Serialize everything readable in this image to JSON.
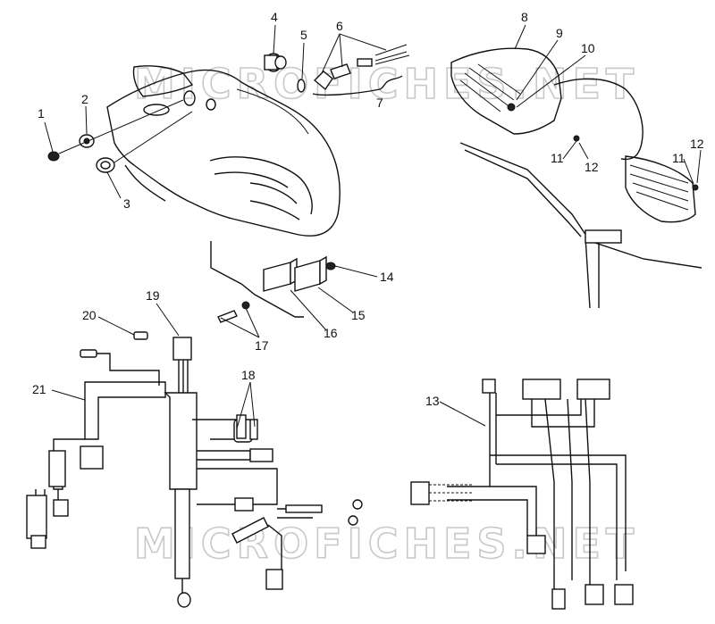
{
  "watermark": {
    "text": "MICROFICHES.NET"
  },
  "callouts": [
    {
      "id": "c1",
      "text": "1"
    },
    {
      "id": "c2",
      "text": "2"
    },
    {
      "id": "c3",
      "text": "3"
    },
    {
      "id": "c4",
      "text": "4"
    },
    {
      "id": "c5",
      "text": "5"
    },
    {
      "id": "c6",
      "text": "6"
    },
    {
      "id": "c7",
      "text": "7"
    },
    {
      "id": "c8",
      "text": "8"
    },
    {
      "id": "c9",
      "text": "9"
    },
    {
      "id": "c10",
      "text": "10"
    },
    {
      "id": "c11a",
      "text": "11"
    },
    {
      "id": "c12a",
      "text": "12"
    },
    {
      "id": "c11b",
      "text": "11"
    },
    {
      "id": "c12b",
      "text": "12"
    },
    {
      "id": "c13",
      "text": "13"
    },
    {
      "id": "c14",
      "text": "14"
    },
    {
      "id": "c15",
      "text": "15"
    },
    {
      "id": "c16",
      "text": "16"
    },
    {
      "id": "c17",
      "text": "17"
    },
    {
      "id": "c18",
      "text": "18"
    },
    {
      "id": "c19",
      "text": "19"
    },
    {
      "id": "c20",
      "text": "20"
    },
    {
      "id": "c21",
      "text": "21"
    }
  ]
}
